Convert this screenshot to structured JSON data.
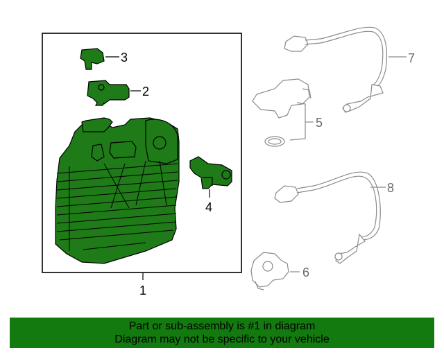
{
  "callouts": {
    "c1": "1",
    "c2": "2",
    "c3": "3",
    "c4": "4",
    "c5": "5",
    "c6": "6",
    "c7": "7",
    "c8": "8"
  },
  "banner": {
    "line1": "Part or sub-assembly is #1 in diagram",
    "line2": "Diagram may not be specific to your vehicle"
  },
  "colors": {
    "highlight_fill": "#1f7a18",
    "banner_bg": "#127a0e",
    "outline_grey": "#8a8a8a"
  }
}
